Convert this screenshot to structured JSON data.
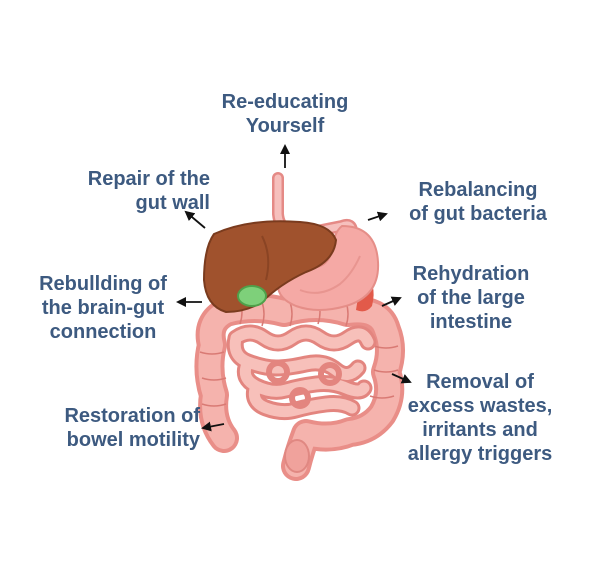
{
  "labels": {
    "reeducating": [
      "Re-educating",
      "Yourself"
    ],
    "repair": [
      "Repair of the",
      "gut wall"
    ],
    "rebalancing": [
      "Rebalancing",
      "of gut bacteria"
    ],
    "rebuilding": [
      "Rebullding of",
      "the brain-gut",
      "connection"
    ],
    "rehydration": [
      "Rehydration",
      "of the large",
      "intestine"
    ],
    "restoration": [
      "Restoration of",
      "bowel motility"
    ],
    "removal": [
      "Removal of",
      "excess wastes,",
      "irritants and",
      "allergy triggers"
    ]
  },
  "colors": {
    "text": "#3d5a80",
    "liver": "#a0522d",
    "stomach": "#f4a6a6",
    "intestine": "#f2a6a0",
    "gallbladder": "#7ed07a"
  }
}
